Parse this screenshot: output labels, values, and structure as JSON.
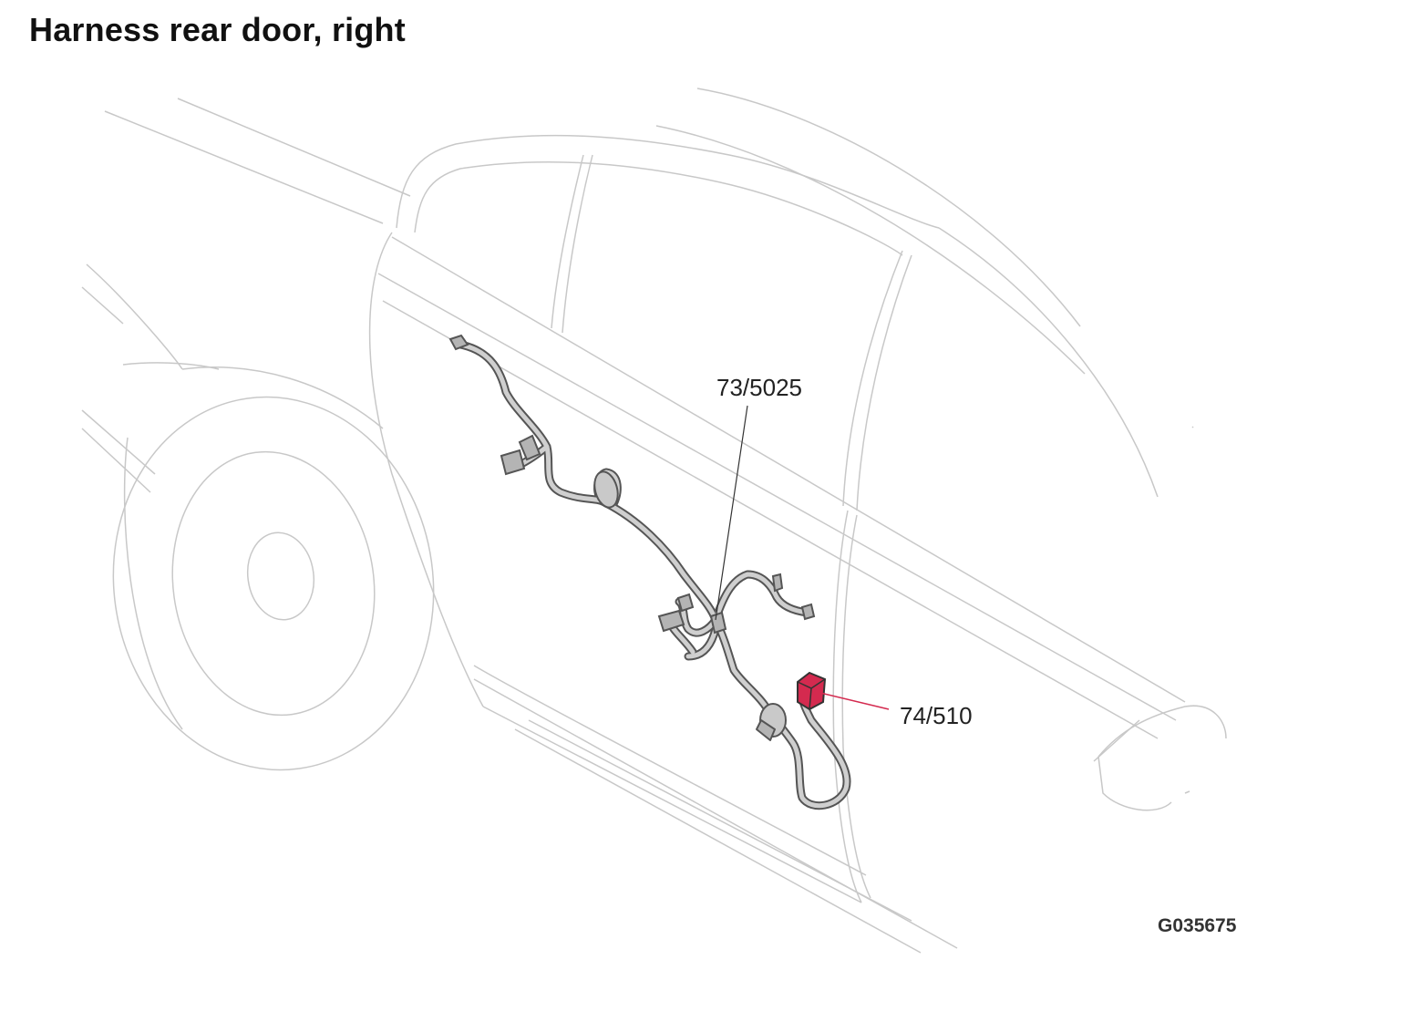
{
  "diagram": {
    "title": "Harness rear door, right",
    "figure_id": "G035675",
    "callouts": [
      {
        "id": "73-5025",
        "text": "73/5025"
      },
      {
        "id": "74-510",
        "text": "74/510"
      }
    ],
    "colors": {
      "outline": "#c8c8c8",
      "harness": "#5a5a5a",
      "harness_fill": "#c9c9c9",
      "connector": "#b4b4b4",
      "highlight": "#d42a4f",
      "leader_highlight": "#d42a4f",
      "leader": "#333333"
    }
  }
}
